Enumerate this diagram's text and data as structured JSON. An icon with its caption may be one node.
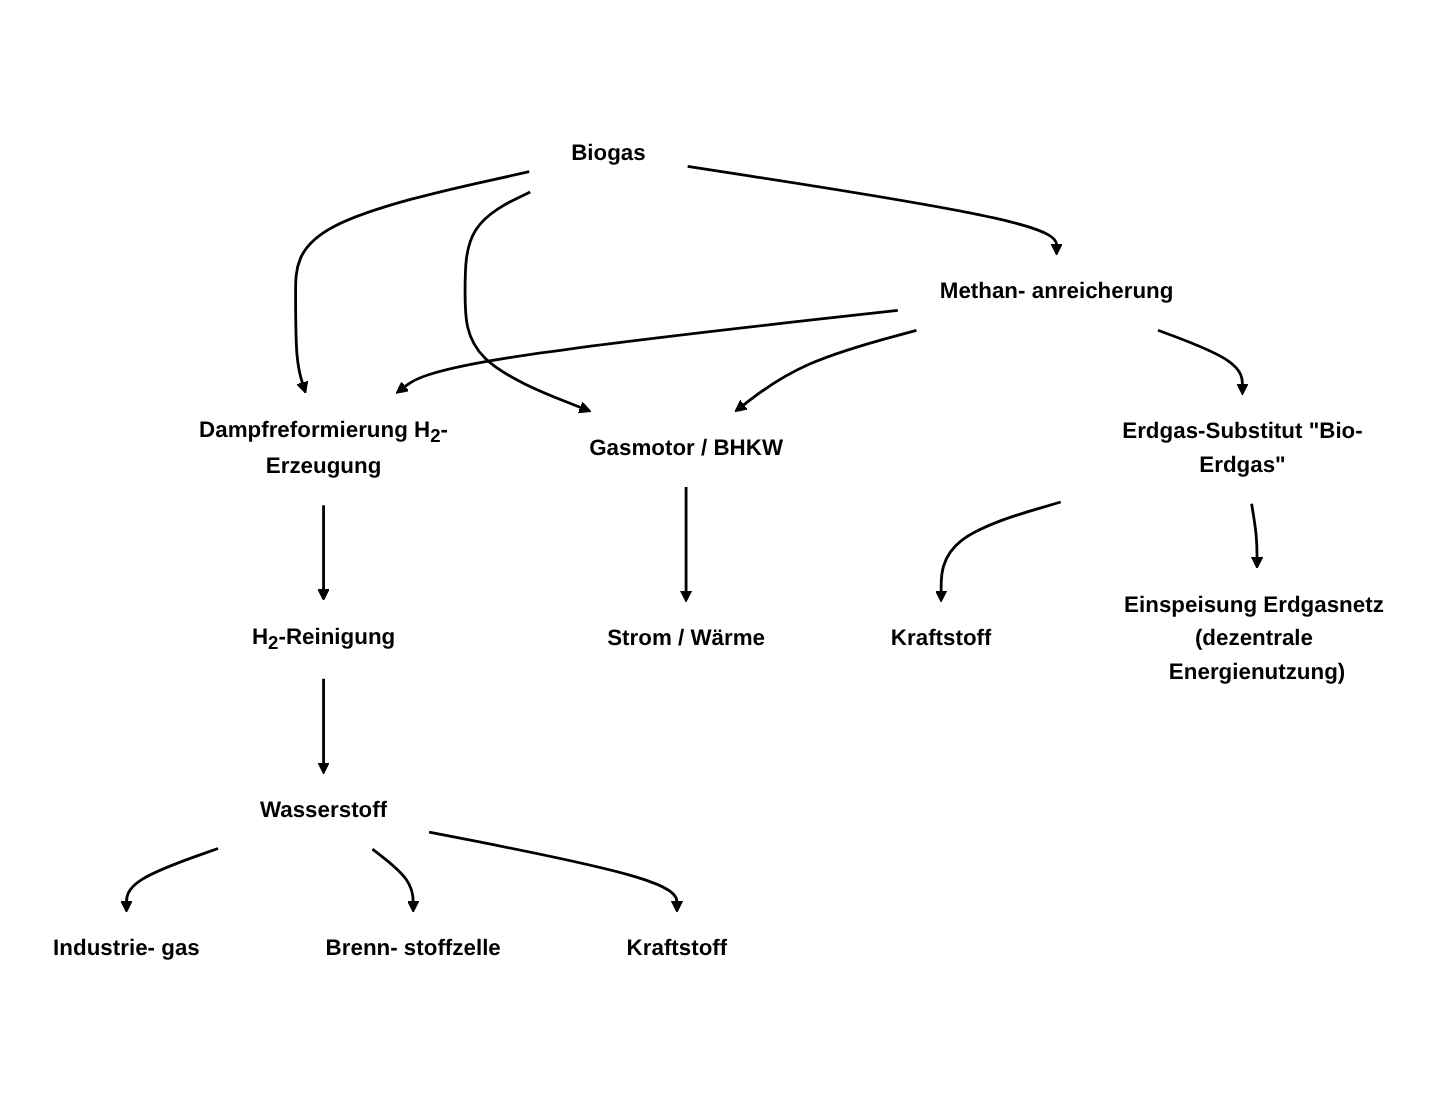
{
  "diagram": {
    "nodes": [
      {
        "text": [
          "Biogas"
        ]
      },
      {
        "text": [
          "Dampfreformierung H$_{2}$-Erzeugung"
        ]
      },
      {
        "text": [
          "Methan- anreicherung"
        ]
      },
      {
        "text": [
          "Gasmotor / BHKW"
        ]
      },
      {
        "text": [
          "H$_{2}$-Reinigung"
        ]
      },
      {
        "text": [
          "Wasserstoff"
        ]
      },
      {
        "text": [
          "Erdgas-Substitut \"Bio-Erdgas\""
        ]
      },
      {
        "text": [
          "Strom / Wärme"
        ]
      },
      {
        "text": [
          "Industrie- gas"
        ]
      },
      {
        "text": [
          "Brenn- stoffzelle"
        ]
      },
      {
        "text": [
          "Kraftstoff"
        ]
      },
      {
        "text": [
          "Kraftstoff"
        ]
      },
      {
        "text": [
          "Einspeisung Erdgasnetz (dezentrale Energienutzung)"
        ]
      }
    ],
    "edges": [
      {
        "from": 0,
        "to": 1,
        "arrow": "to"
      },
      {
        "from": 0,
        "to": 2,
        "arrow": "to"
      },
      {
        "from": 0,
        "to": 3,
        "arrow": "to"
      },
      {
        "from": 2,
        "to": 1,
        "arrow": "to"
      },
      {
        "from": 2,
        "to": 3,
        "arrow": "to"
      },
      {
        "from": 1,
        "to": 4,
        "arrow": "to"
      },
      {
        "from": 4,
        "to": 5,
        "arrow": "to"
      },
      {
        "from": 2,
        "to": 6,
        "arrow": "to"
      },
      {
        "from": 3,
        "to": 7,
        "arrow": "to"
      },
      {
        "from": 5,
        "to": 8,
        "arrow": "to"
      },
      {
        "from": 5,
        "to": 9,
        "arrow": "to"
      },
      {
        "from": 5,
        "to": 10,
        "arrow": "to"
      },
      {
        "from": 6,
        "to": 11,
        "arrow": "to"
      },
      {
        "from": 6,
        "to": 12,
        "arrow": "to"
      }
    ]
  }
}
